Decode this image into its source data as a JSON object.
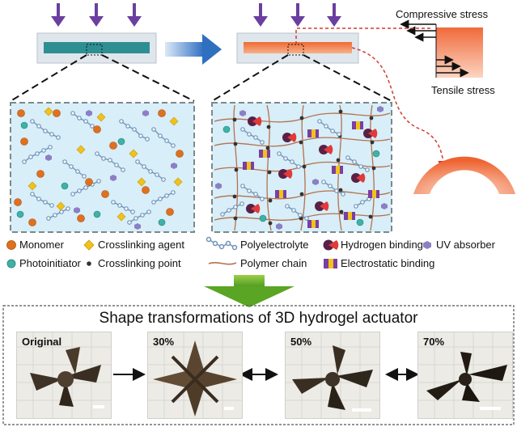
{
  "stress": {
    "compressive": "Compressive stress",
    "tensile": "Tensile stress"
  },
  "legend": {
    "monomer": "Monomer",
    "crosslinking_agent": "Crosslinking agent",
    "polyelectrolyte": "Polyelectrolyte",
    "hydrogen_binding": "Hydrogen binding",
    "uv_absorber": "UV absorber",
    "photoinitiator": "Photoinitiator",
    "crosslinking_point": "Crosslinking point",
    "polymer_chain": "Polymer chain",
    "electrostatic_binding": "Electrostatic binding"
  },
  "panel": {
    "title": "Shape transformations of 3D hydrogel actuator",
    "photos": [
      {
        "label": "Original"
      },
      {
        "label": "30%"
      },
      {
        "label": "50%"
      },
      {
        "label": "70%"
      }
    ]
  },
  "colors": {
    "uv_arrow": "#6b3fa0",
    "substrate_teal": "#2e8f93",
    "substrate_orange": "#e8602c",
    "inset_bg": "#d8eef8",
    "monomer": "#e0701e",
    "crosslinker": "#f2c21a",
    "polyelectrolyte": "#6f93b8",
    "photoinitiator": "#3fb2a8",
    "uv_absorber": "#8b7fc6",
    "polymer_chain": "#b5714e",
    "hydrogen_binding": "#5a2046",
    "electrostatic": "#7a3fa0",
    "stress_dash": "#d33a2c",
    "arch": "#e8602c"
  }
}
